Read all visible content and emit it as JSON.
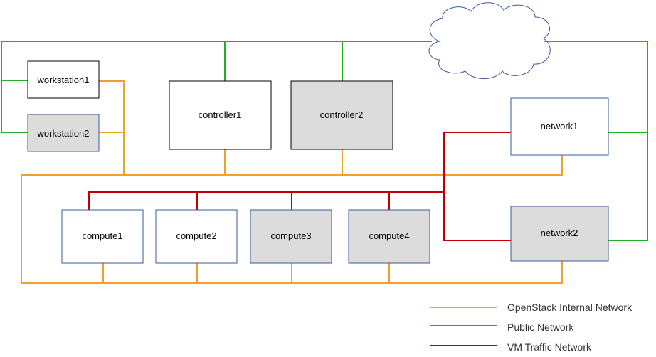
{
  "colors": {
    "internal": "#f0a030",
    "public": "#22b022",
    "vm_traffic": "#c00000",
    "node_border_blue": "#3a5a9a",
    "node_border_black": "#000000",
    "node_fill_gray": "#dcdcdc",
    "node_fill_white": "#ffffff",
    "cloud_stroke": "#3a5a9a"
  },
  "nodes": {
    "workstation1": {
      "label": "workstation1",
      "shaded": false
    },
    "workstation2": {
      "label": "workstation2",
      "shaded": true
    },
    "controller1": {
      "label": "controller1",
      "shaded": false
    },
    "controller2": {
      "label": "controller2",
      "shaded": true
    },
    "network1": {
      "label": "network1",
      "shaded": false
    },
    "network2": {
      "label": "network2",
      "shaded": true
    },
    "compute1": {
      "label": "compute1",
      "shaded": false
    },
    "compute2": {
      "label": "compute2",
      "shaded": false
    },
    "compute3": {
      "label": "compute3",
      "shaded": true
    },
    "compute4": {
      "label": "compute4",
      "shaded": true
    }
  },
  "cloud": {
    "icon": "cloud-icon"
  },
  "legend": {
    "internal": "OpenStack Internal Network",
    "public": "Public Network",
    "vm_traffic": "VM Traffic Network"
  }
}
